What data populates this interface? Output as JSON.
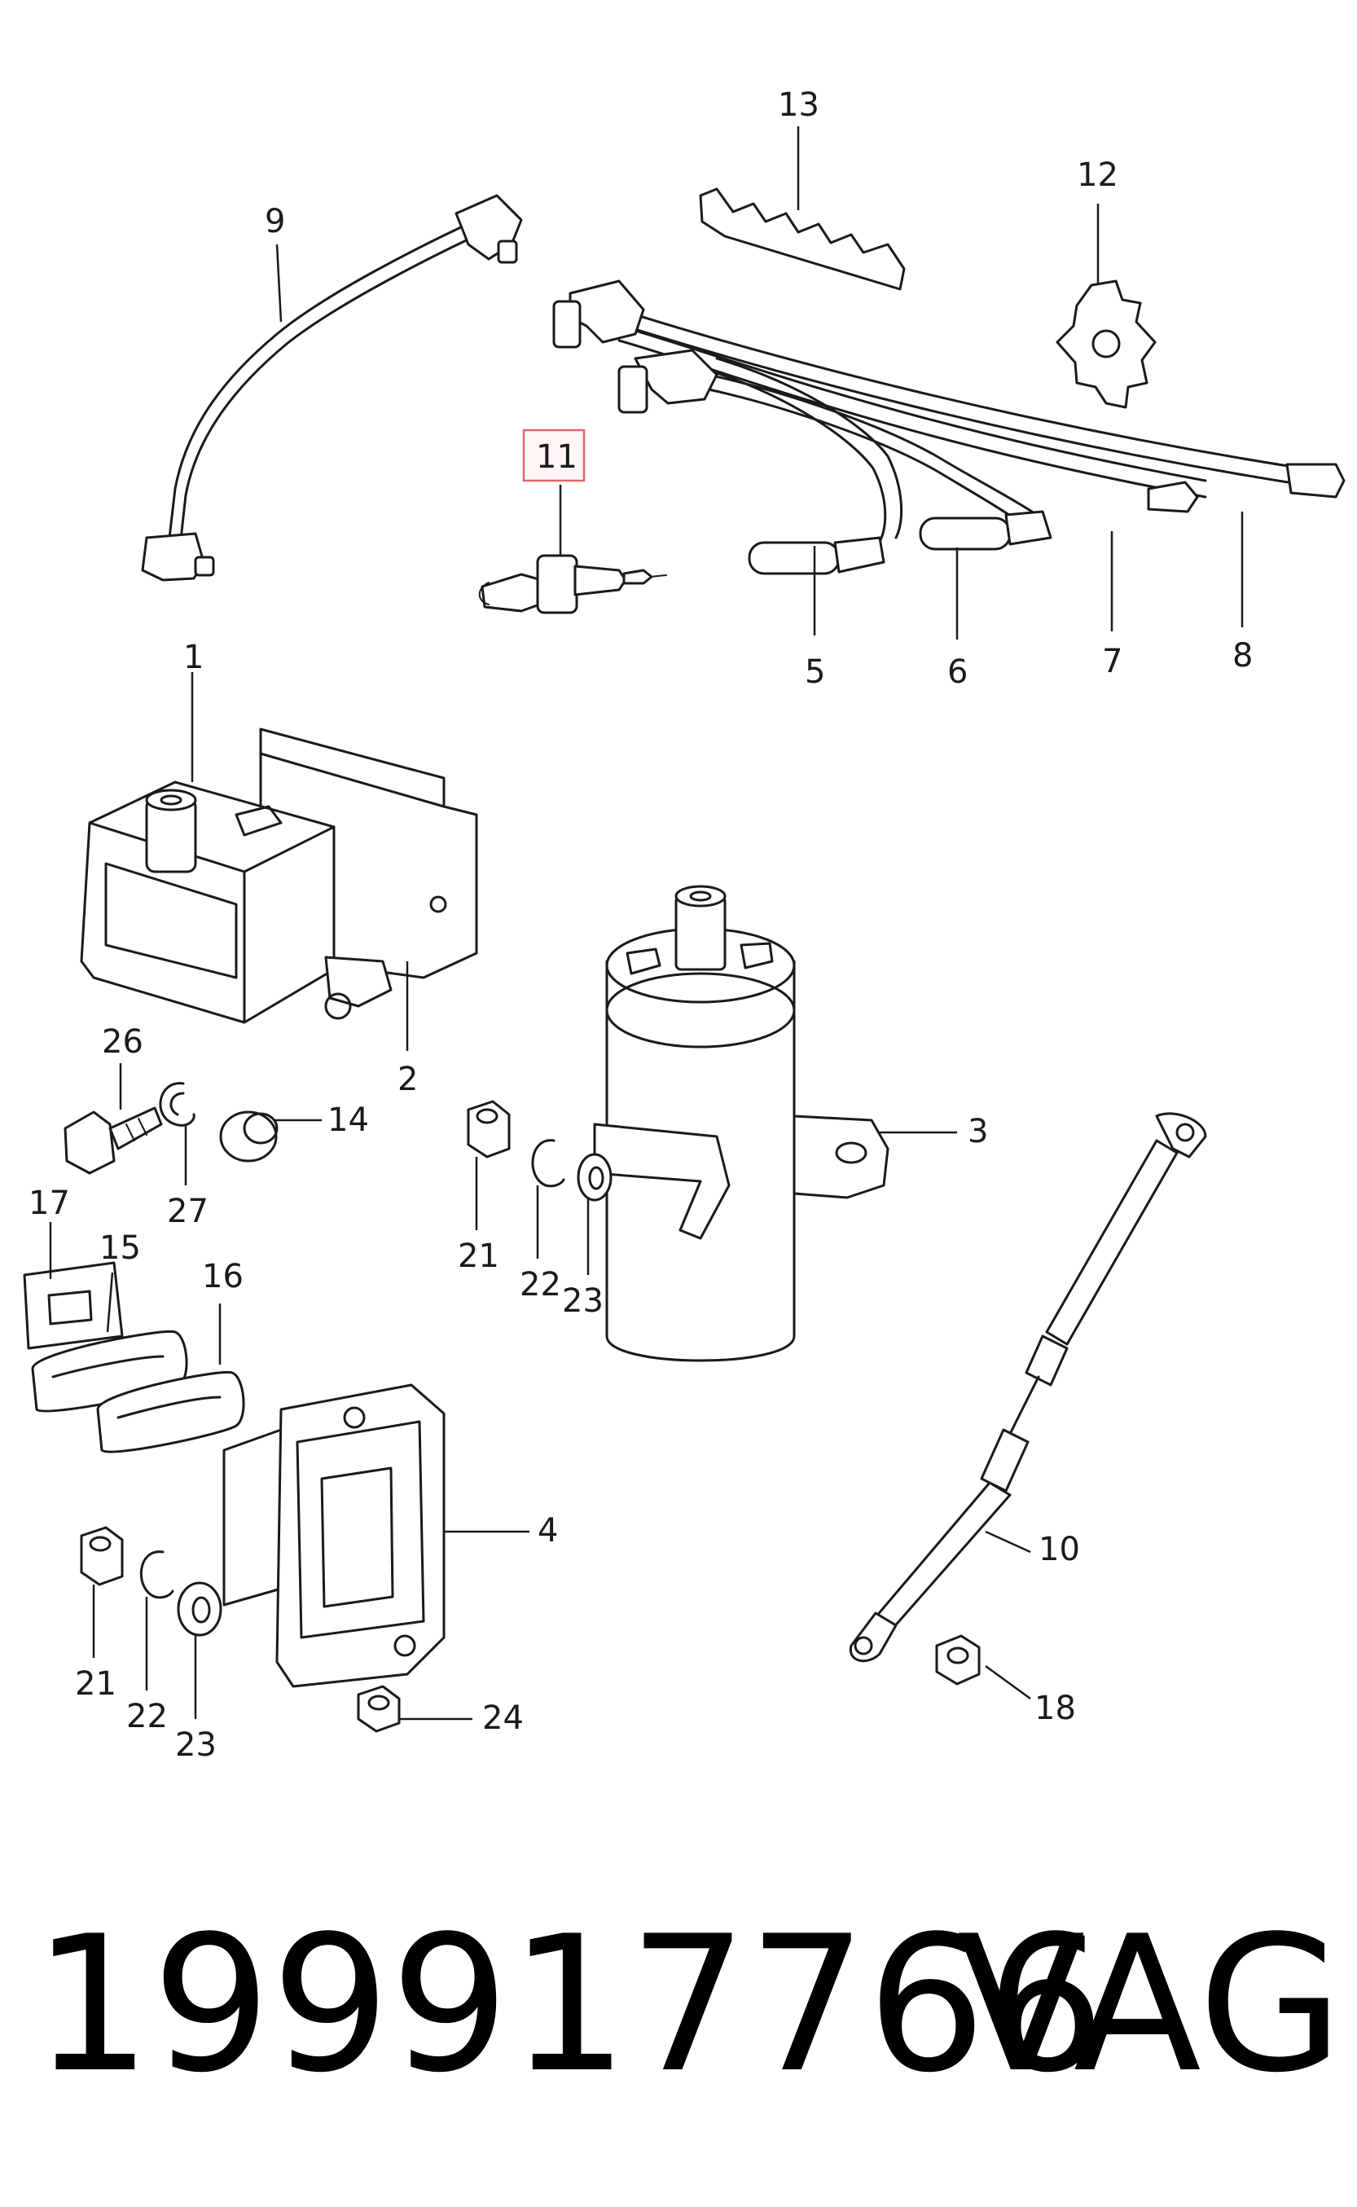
{
  "callouts": {
    "c1": "1",
    "c2": "2",
    "c3": "3",
    "c4": "4",
    "c5": "5",
    "c6": "6",
    "c7": "7",
    "c8": "8",
    "c9": "9",
    "c10": "10",
    "c11": "11",
    "c12": "12",
    "c13": "13",
    "c14": "14",
    "c15": "15",
    "c16": "16",
    "c17": "17",
    "c18": "18",
    "c21a": "21",
    "c22a": "22",
    "c23a": "23",
    "c21b": "21",
    "c22b": "22",
    "c23b": "23",
    "c24": "24",
    "c26": "26",
    "c27": "27"
  },
  "highlighted_callout": "11",
  "footer": {
    "part_number": "199917766",
    "brand": "VAG"
  }
}
